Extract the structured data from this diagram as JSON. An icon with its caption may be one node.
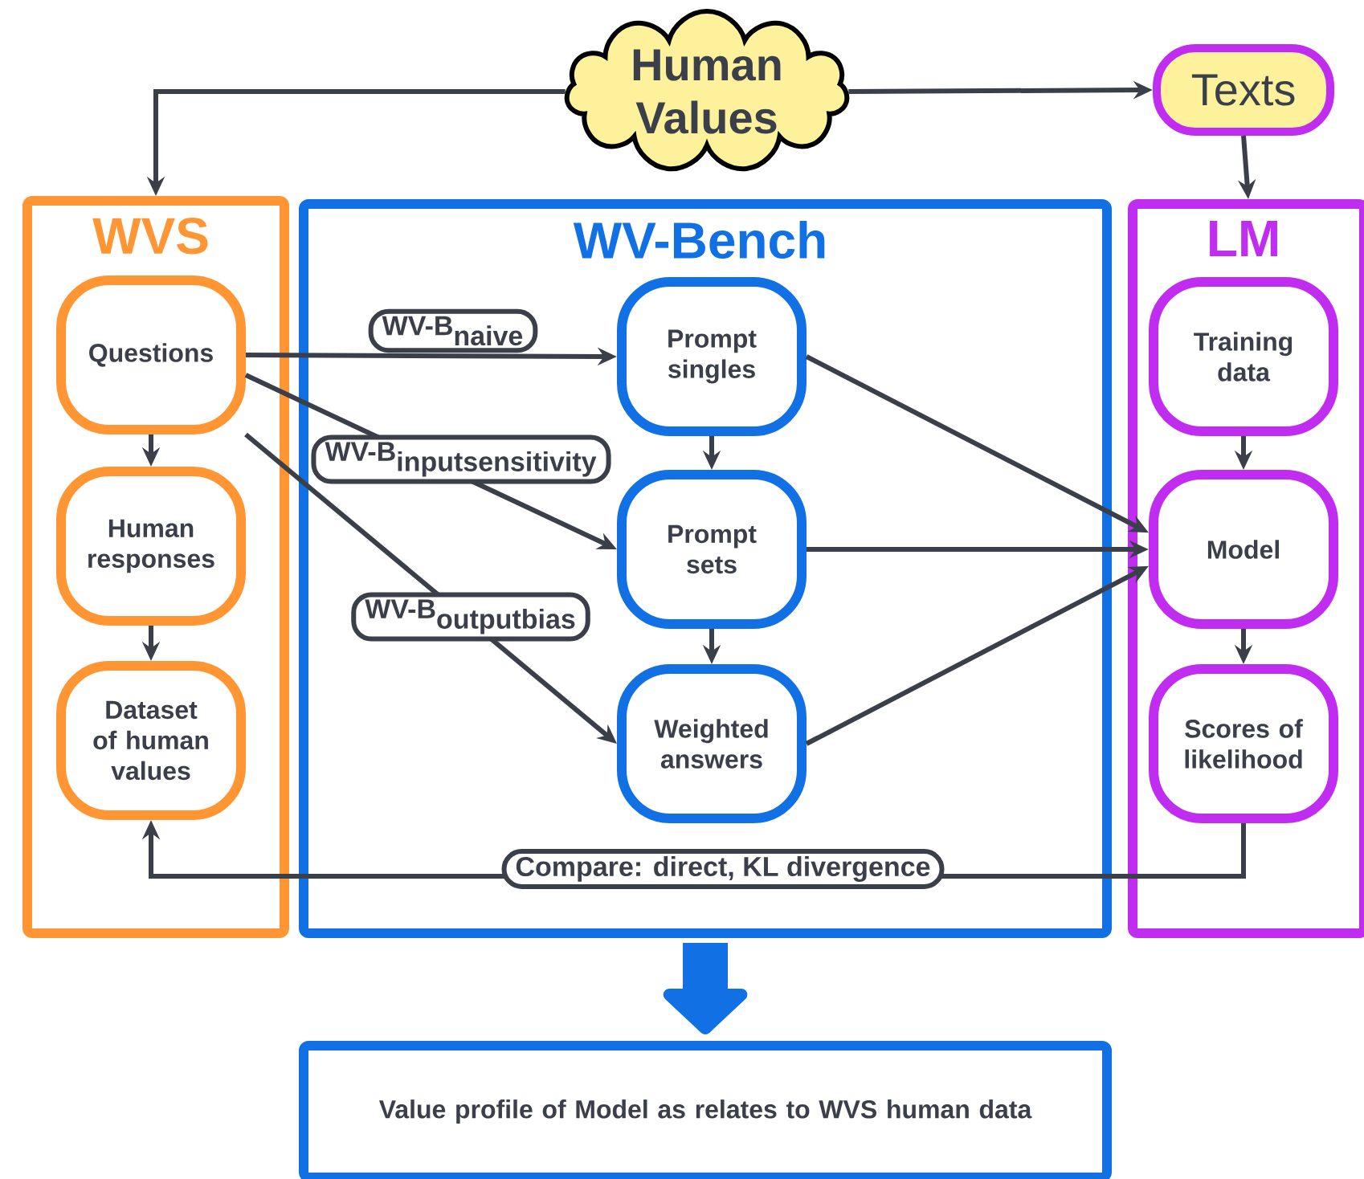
{
  "diagram": {
    "nodes": [
      {
        "text": [
          "Human Values"
        ]
      },
      {
        "text": [
          "Texts"
        ]
      },
      {
        "text": [
          "WVS"
        ]
      },
      {
        "text": [
          "Questions"
        ],
        "in": 2
      },
      {
        "text": [
          "Human responses"
        ],
        "in": 2
      },
      {
        "text": [
          "Dataset of human values"
        ],
        "in": 2
      },
      {
        "text": [
          "WV-Bench"
        ]
      },
      {
        "text": [
          "Prompt singles"
        ],
        "in": 6
      },
      {
        "text": [
          "Prompt sets"
        ],
        "in": 6
      },
      {
        "text": [
          "Weighted answers"
        ],
        "in": 6
      },
      {
        "text": [
          "LM"
        ]
      },
      {
        "text": [
          "Training data"
        ],
        "in": 10
      },
      {
        "text": [
          "Model"
        ],
        "in": 10
      },
      {
        "text": [
          "Scores of likelihood"
        ],
        "in": 10
      },
      {
        "text": [
          "Value profile of Model as relates to WVS human data"
        ]
      }
    ],
    "edges": [
      {
        "from": 0,
        "to": 2,
        "arrow": "to"
      },
      {
        "from": 0,
        "to": 1,
        "arrow": "to"
      },
      {
        "from": 1,
        "to": 10,
        "arrow": "to"
      },
      {
        "from": 3,
        "to": 4,
        "arrow": "to"
      },
      {
        "from": 4,
        "to": 5,
        "arrow": "to"
      },
      {
        "from": 3,
        "to": 7,
        "arrow": "to",
        "label": "\\textbf{WV-B}_{\\textbf{naive}}"
      },
      {
        "from": 3,
        "to": 8,
        "arrow": "to",
        "label": "\\textbf{WV-B}_{\\textbf{inputsensitivity}}"
      },
      {
        "from": 3,
        "to": 9,
        "arrow": "to",
        "label": "\\textbf{WV-B}_{\\textbf{outputbias}}"
      },
      {
        "from": 7,
        "to": 8,
        "arrow": "to"
      },
      {
        "from": 8,
        "to": 9,
        "arrow": "to"
      },
      {
        "from": 7,
        "to": 12,
        "arrow": "to"
      },
      {
        "from": 8,
        "to": 12,
        "arrow": "to"
      },
      {
        "from": 9,
        "to": 12,
        "arrow": "to"
      },
      {
        "from": 11,
        "to": 12,
        "arrow": "to"
      },
      {
        "from": 12,
        "to": 13,
        "arrow": "to"
      },
      {
        "from": 13,
        "to": 5,
        "arrow": "to",
        "label": "Compare: direct, KL divergence"
      },
      {
        "from": 6,
        "to": 14,
        "arrow": "to",
        "style": "thick",
        "color": "#1170e4"
      }
    ]
  }
}
